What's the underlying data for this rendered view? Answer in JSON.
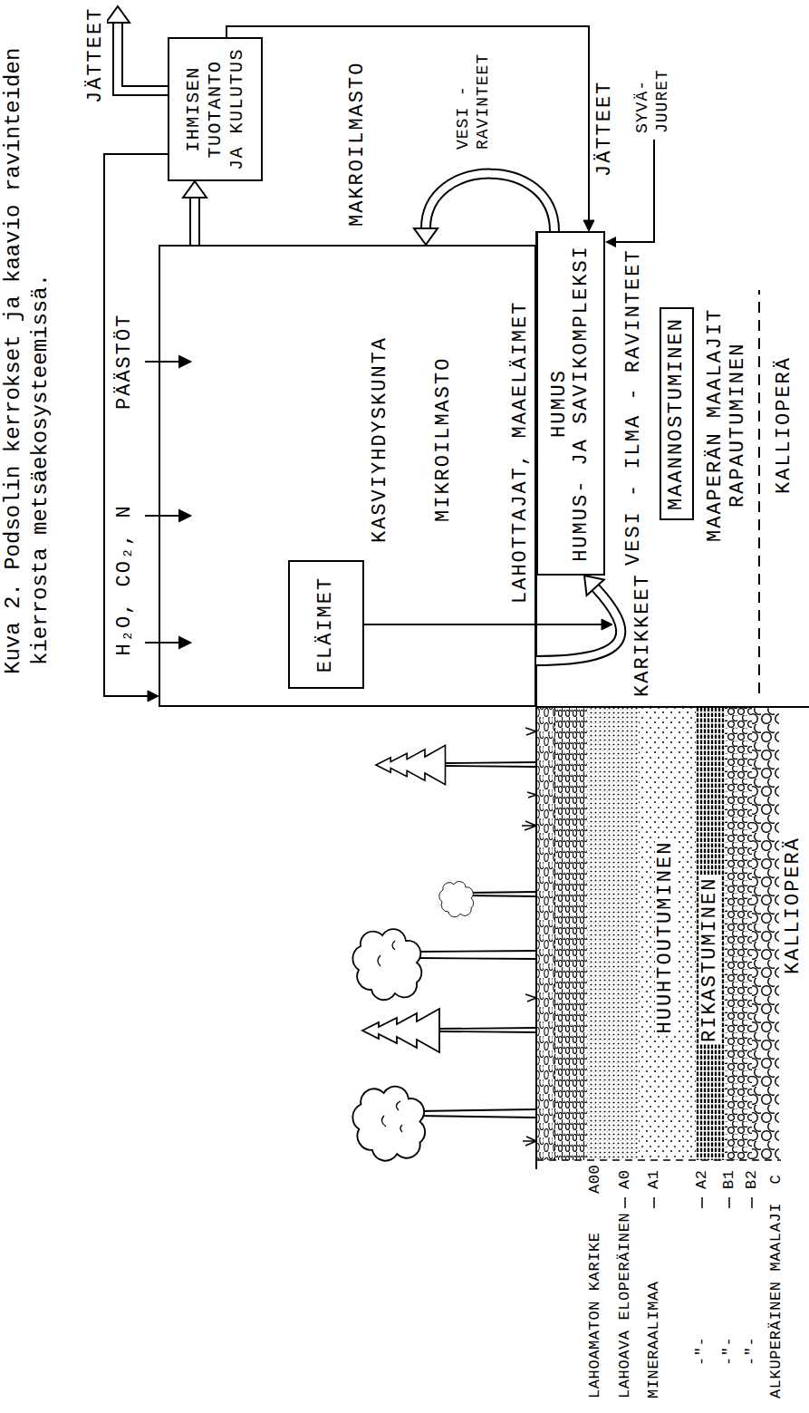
{
  "diagram": {
    "caption": "Kuva 2. Podsolin kerrokset ja kaavio ravinteiden kierrosta metsäekosysteemissä.",
    "nodes": [
      {
        "text": [
          "KASVIYHDYSKUNTA",
          "MIKROILMASTO"
        ]
      },
      {
        "text": [
          "ELÄIMET"
        ],
        "in": 0
      },
      {
        "text": [
          "IHMISEN TUOTANTO JA KULUTUS"
        ]
      },
      {
        "text": [
          "HUMUS",
          "HUMUS- JA SAVIKOMPLEKSI"
        ]
      },
      {
        "text": [
          "MAANNOSTUMINEN"
        ]
      }
    ],
    "edges": [
      {
        "from": 0,
        "to": 2,
        "arrow": "to"
      },
      {
        "from": 2,
        "to": 0,
        "arrow": "to"
      },
      {
        "from": 2,
        "to": 3,
        "arrow": "to",
        "label": "JÄTTEET"
      },
      {
        "from": 3,
        "to": 0,
        "arrow": "to",
        "label": "VESI - RAVINTEET"
      },
      {
        "from": 0,
        "to": 3,
        "arrow": "to",
        "label": "KARIKKEET"
      },
      {
        "from": 1,
        "to": 3,
        "arrow": "to"
      }
    ],
    "labels": [
      "MAKROILMASTO",
      "JÄTTEET",
      "H₂O, CO₂, N",
      "PÄÄSTÖT",
      "LAHOTTAJAT, MAAELÄIMET",
      "VESI - ILMA - RAVINTEET",
      "SYVÄ- JUURET",
      "MAAPERÄN MAALAJIT",
      "RAPAUTUMINEN",
      "KALLIOPERÄ",
      "HUUHTOUTUMINEN",
      "RIKASTUMINEN",
      "KALLIOPERÄ",
      "LAHOAMATON KARIKE",
      "A00",
      "LAHOAVA ELOPERÄINEN",
      "A0",
      "MINERAALIMAA",
      "A1",
      "-\"-",
      "A2",
      "-\"-",
      "B1",
      "-\"-",
      "B2",
      "ALKUPERÄINEN MAALAJI",
      "C"
    ]
  }
}
